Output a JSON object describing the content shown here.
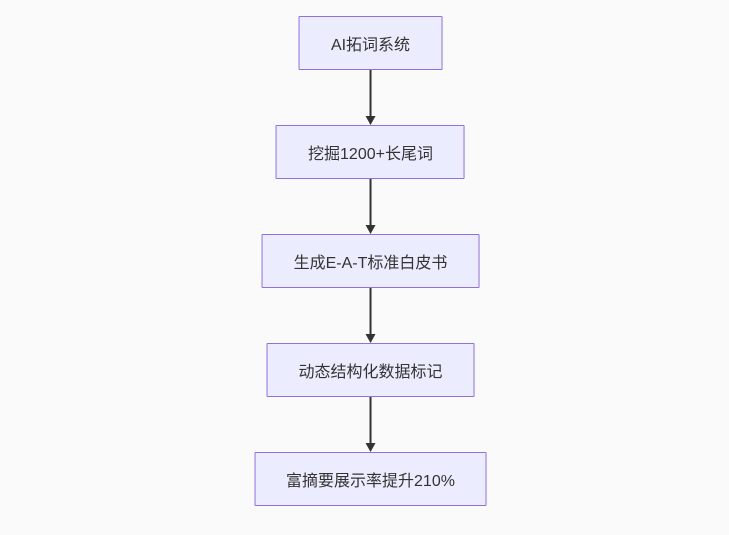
{
  "diagram": {
    "type": "flowchart",
    "direction": "top-down",
    "nodes": [
      {
        "id": "A",
        "label": "AI拓词系统"
      },
      {
        "id": "B",
        "label": "挖掘1200+长尾词"
      },
      {
        "id": "C",
        "label": "生成E-A-T标准白皮书"
      },
      {
        "id": "D",
        "label": "动态结构化数据标记"
      },
      {
        "id": "E",
        "label": "富摘要展示率提升210%"
      }
    ],
    "edges": [
      {
        "from": "A",
        "to": "B",
        "arrow": "down"
      },
      {
        "from": "B",
        "to": "C",
        "arrow": "down"
      },
      {
        "from": "C",
        "to": "D",
        "arrow": "down"
      },
      {
        "from": "D",
        "to": "E",
        "arrow": "down"
      }
    ],
    "colors": {
      "background": "#fafafa",
      "node_fill": "#ECECFF",
      "node_border": "#9370DB",
      "node_text": "#333333",
      "arrow": "#333333"
    }
  }
}
